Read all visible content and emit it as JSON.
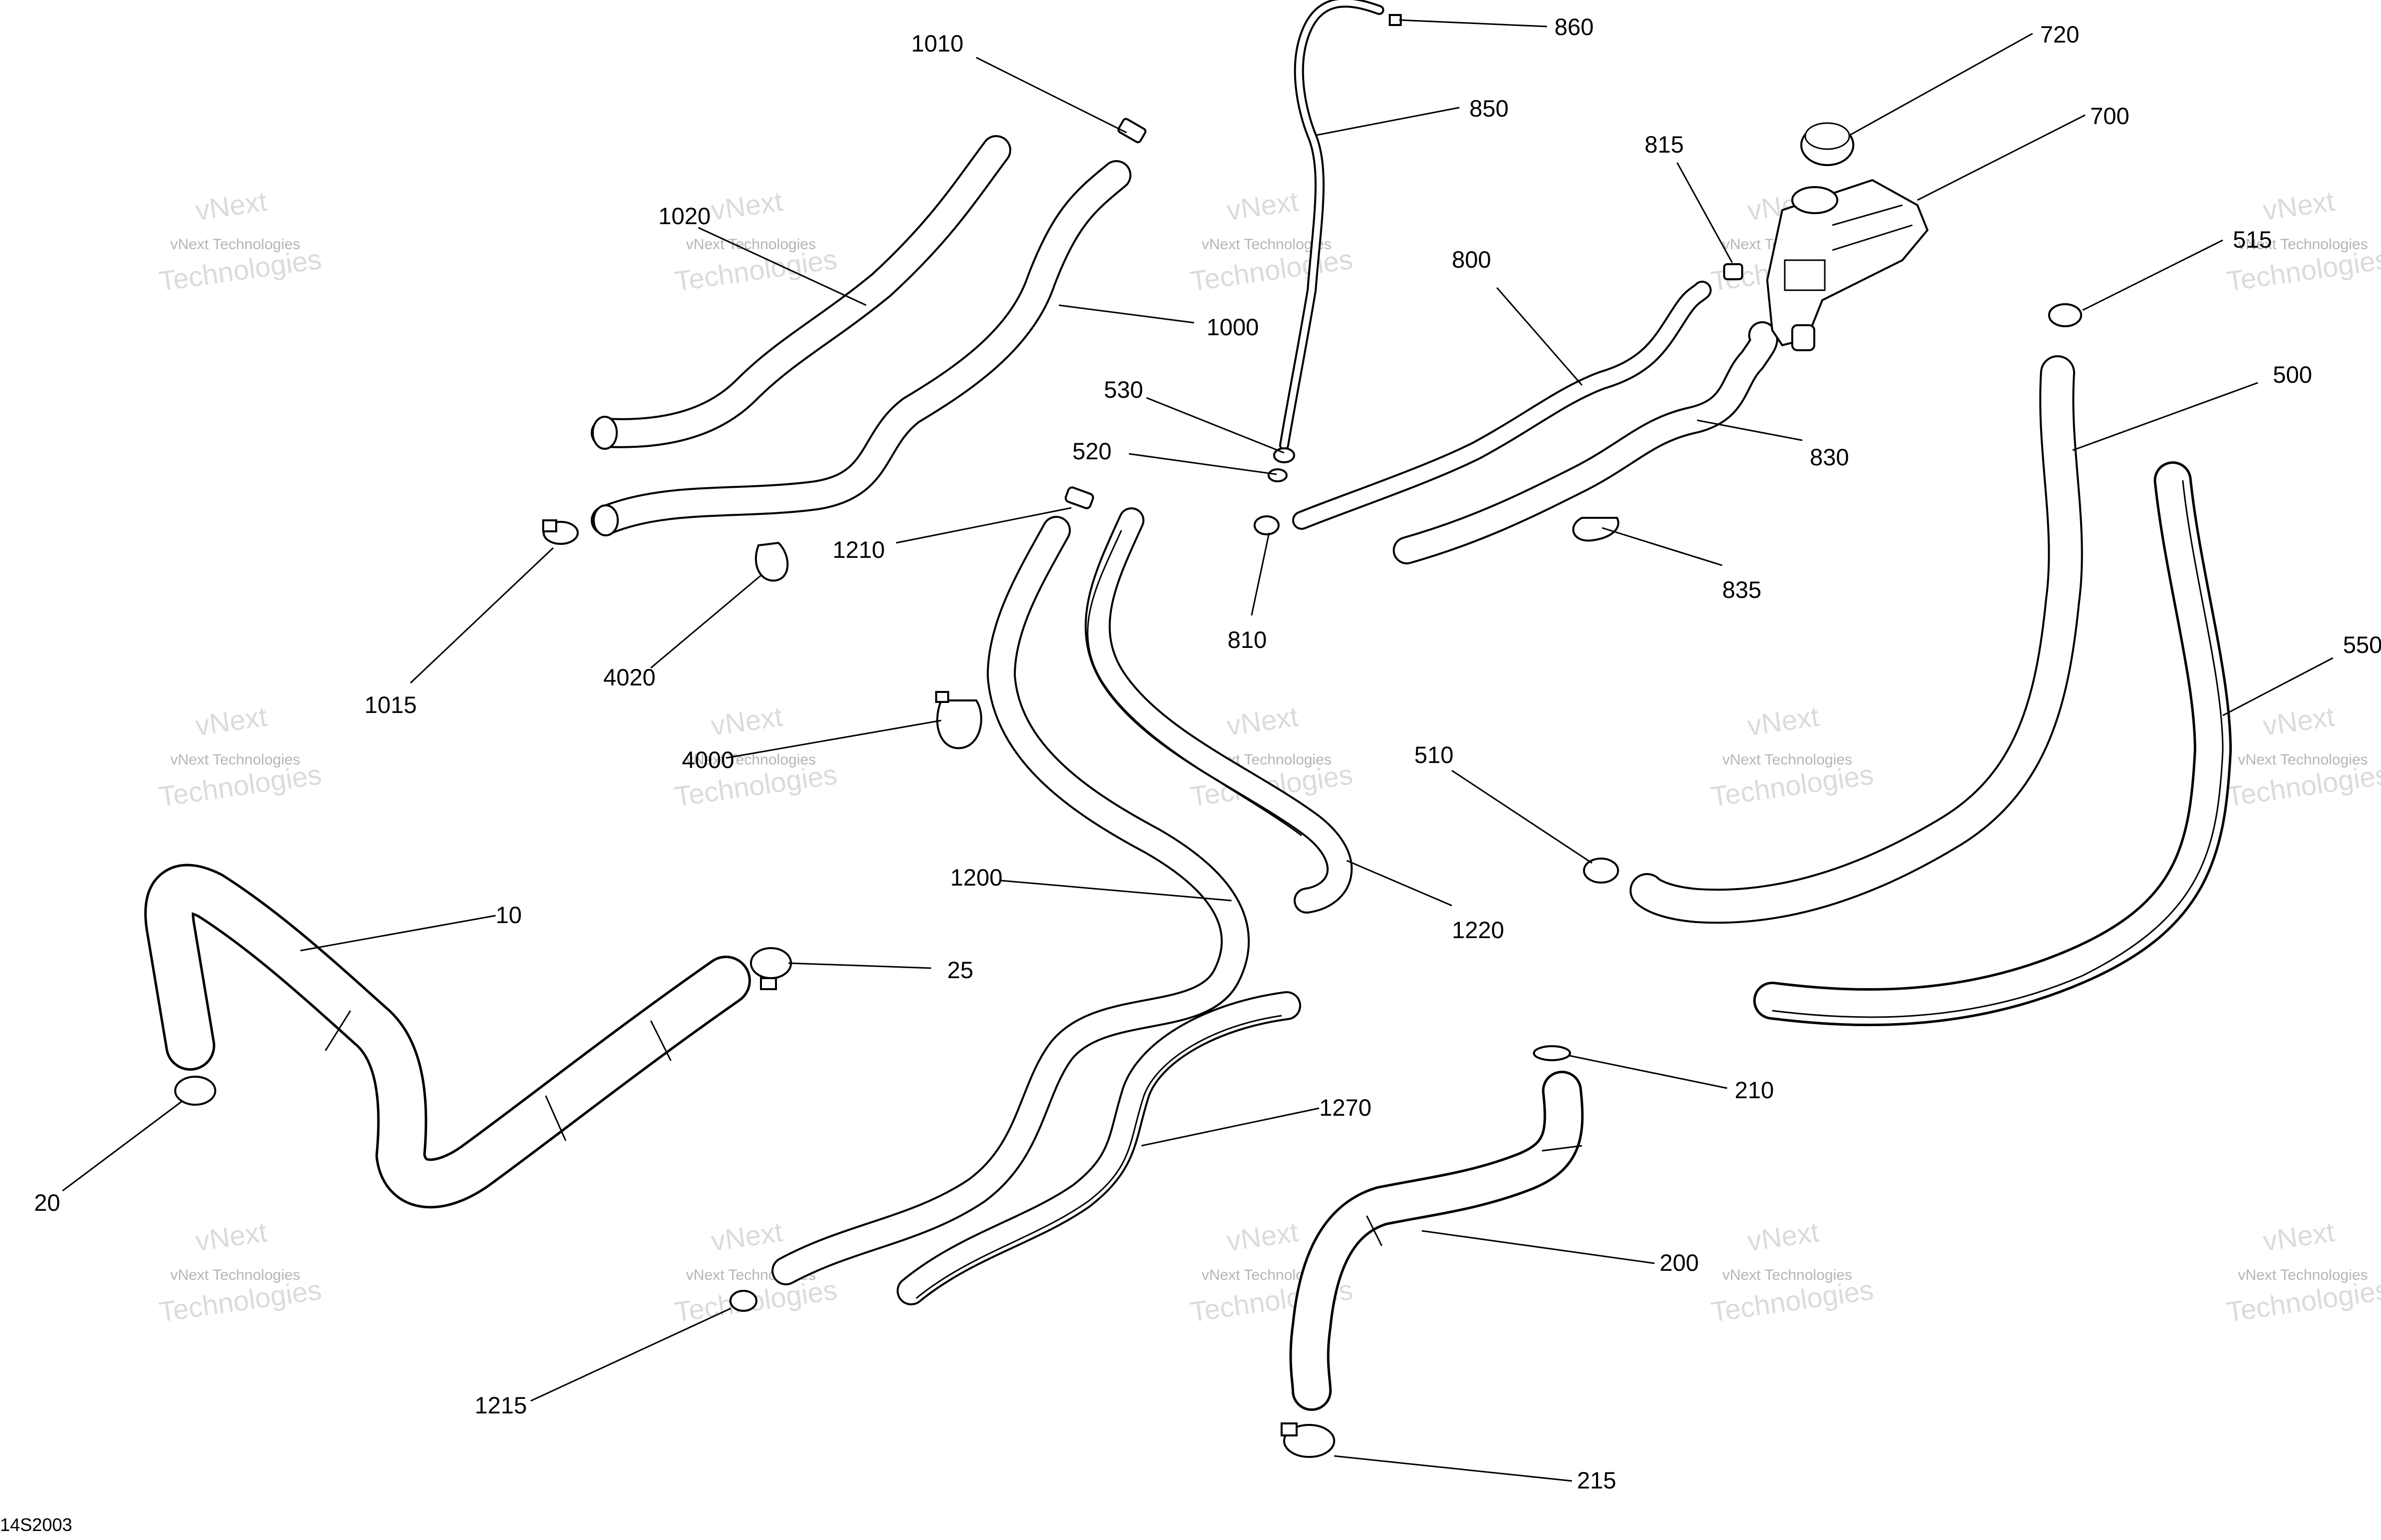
{
  "document": {
    "drawing_number": "14S2003"
  },
  "watermark": {
    "line1": "vNext Technologies",
    "line2": "Technologies",
    "line3": "vNext"
  },
  "parts": [
    {
      "ref": "1010",
      "icon": "hose-clip"
    },
    {
      "ref": "1020",
      "icon": "hose"
    },
    {
      "ref": "1000",
      "icon": "hose"
    },
    {
      "ref": "1015",
      "icon": "clamp"
    },
    {
      "ref": "4020",
      "icon": "clamp"
    },
    {
      "ref": "4000",
      "icon": "clamp"
    },
    {
      "ref": "860",
      "icon": "clip"
    },
    {
      "ref": "850",
      "icon": "vent-hose"
    },
    {
      "ref": "530",
      "icon": "clamp"
    },
    {
      "ref": "520",
      "icon": "clamp"
    },
    {
      "ref": "1210",
      "icon": "hose-clip"
    },
    {
      "ref": "810",
      "icon": "clamp"
    },
    {
      "ref": "815",
      "icon": "clamp"
    },
    {
      "ref": "800",
      "icon": "hose"
    },
    {
      "ref": "830",
      "icon": "hose"
    },
    {
      "ref": "835",
      "icon": "clamp"
    },
    {
      "ref": "720",
      "icon": "cap"
    },
    {
      "ref": "700",
      "icon": "coolant-tank"
    },
    {
      "ref": "515",
      "icon": "clamp"
    },
    {
      "ref": "500",
      "icon": "hose"
    },
    {
      "ref": "550",
      "icon": "hose"
    },
    {
      "ref": "510",
      "icon": "clamp"
    },
    {
      "ref": "1200",
      "icon": "hose"
    },
    {
      "ref": "1220",
      "icon": "hose"
    },
    {
      "ref": "1270",
      "icon": "hose"
    },
    {
      "ref": "10",
      "icon": "pipe"
    },
    {
      "ref": "25",
      "icon": "clamp"
    },
    {
      "ref": "20",
      "icon": "clamp"
    },
    {
      "ref": "210",
      "icon": "clamp"
    },
    {
      "ref": "200",
      "icon": "hose"
    },
    {
      "ref": "215",
      "icon": "clamp"
    },
    {
      "ref": "1215",
      "icon": "clamp"
    }
  ]
}
